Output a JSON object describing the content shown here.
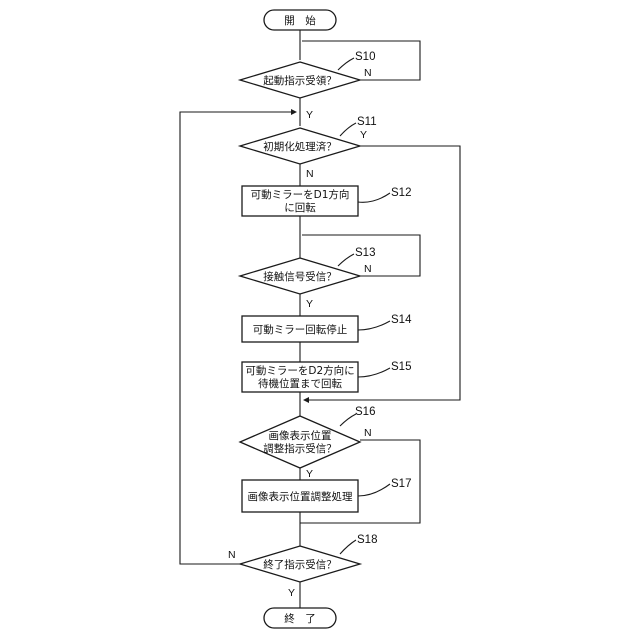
{
  "terminals": {
    "start": "開　始",
    "end": "終　了"
  },
  "decisions": {
    "d10": "起動指示受領？",
    "d11": "初期化処理済？",
    "d13": "接触信号受信？",
    "d16_line1": "画像表示位置",
    "d16_line2": "調整指示受信？",
    "d18": "終了指示受信？"
  },
  "processes": {
    "p12_line1": "可動ミラーをD1方向",
    "p12_line2": "に回転",
    "p14": "可動ミラー回転停止",
    "p15_line1": "可動ミラーをD2方向に",
    "p15_line2": "待機位置まで回転",
    "p17": "画像表示位置調整処理"
  },
  "steps": {
    "s10": "S10",
    "s11": "S11",
    "s12": "S12",
    "s13": "S13",
    "s14": "S14",
    "s15": "S15",
    "s16": "S16",
    "s17": "S17",
    "s18": "S18"
  },
  "branch_labels": {
    "yes": "Y",
    "no": "N"
  }
}
